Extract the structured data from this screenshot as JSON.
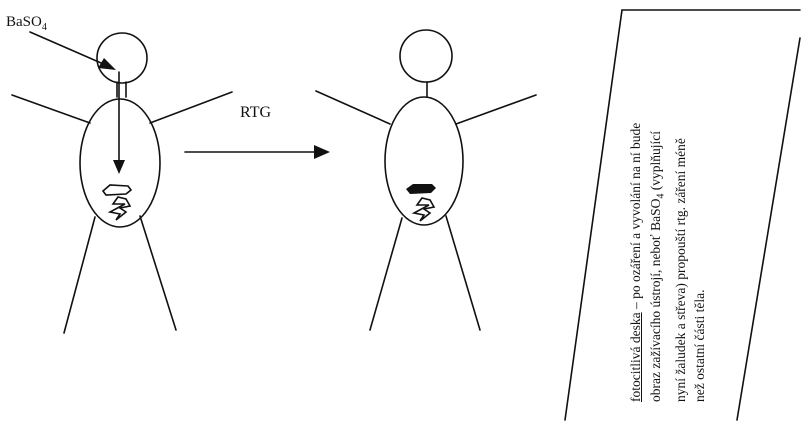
{
  "labels": {
    "contrast_agent_base": "BaSO",
    "contrast_agent_sub": "4",
    "xray": "RTG"
  },
  "plate_note": {
    "term": "fotocitlivá deska",
    "line1": " – po ozáření a vyvolání na ní bude",
    "line2a": "obraz zažívacího ústrojí, neboť BaSO",
    "line2sub": "4",
    "line2b": " (vyplňující",
    "line3": "nyní žaludek a střeva) propouští rtg. záření méně",
    "line4": "než ostatní části těla."
  },
  "colors": {
    "ink": "#111111",
    "background": "#ffffff"
  }
}
